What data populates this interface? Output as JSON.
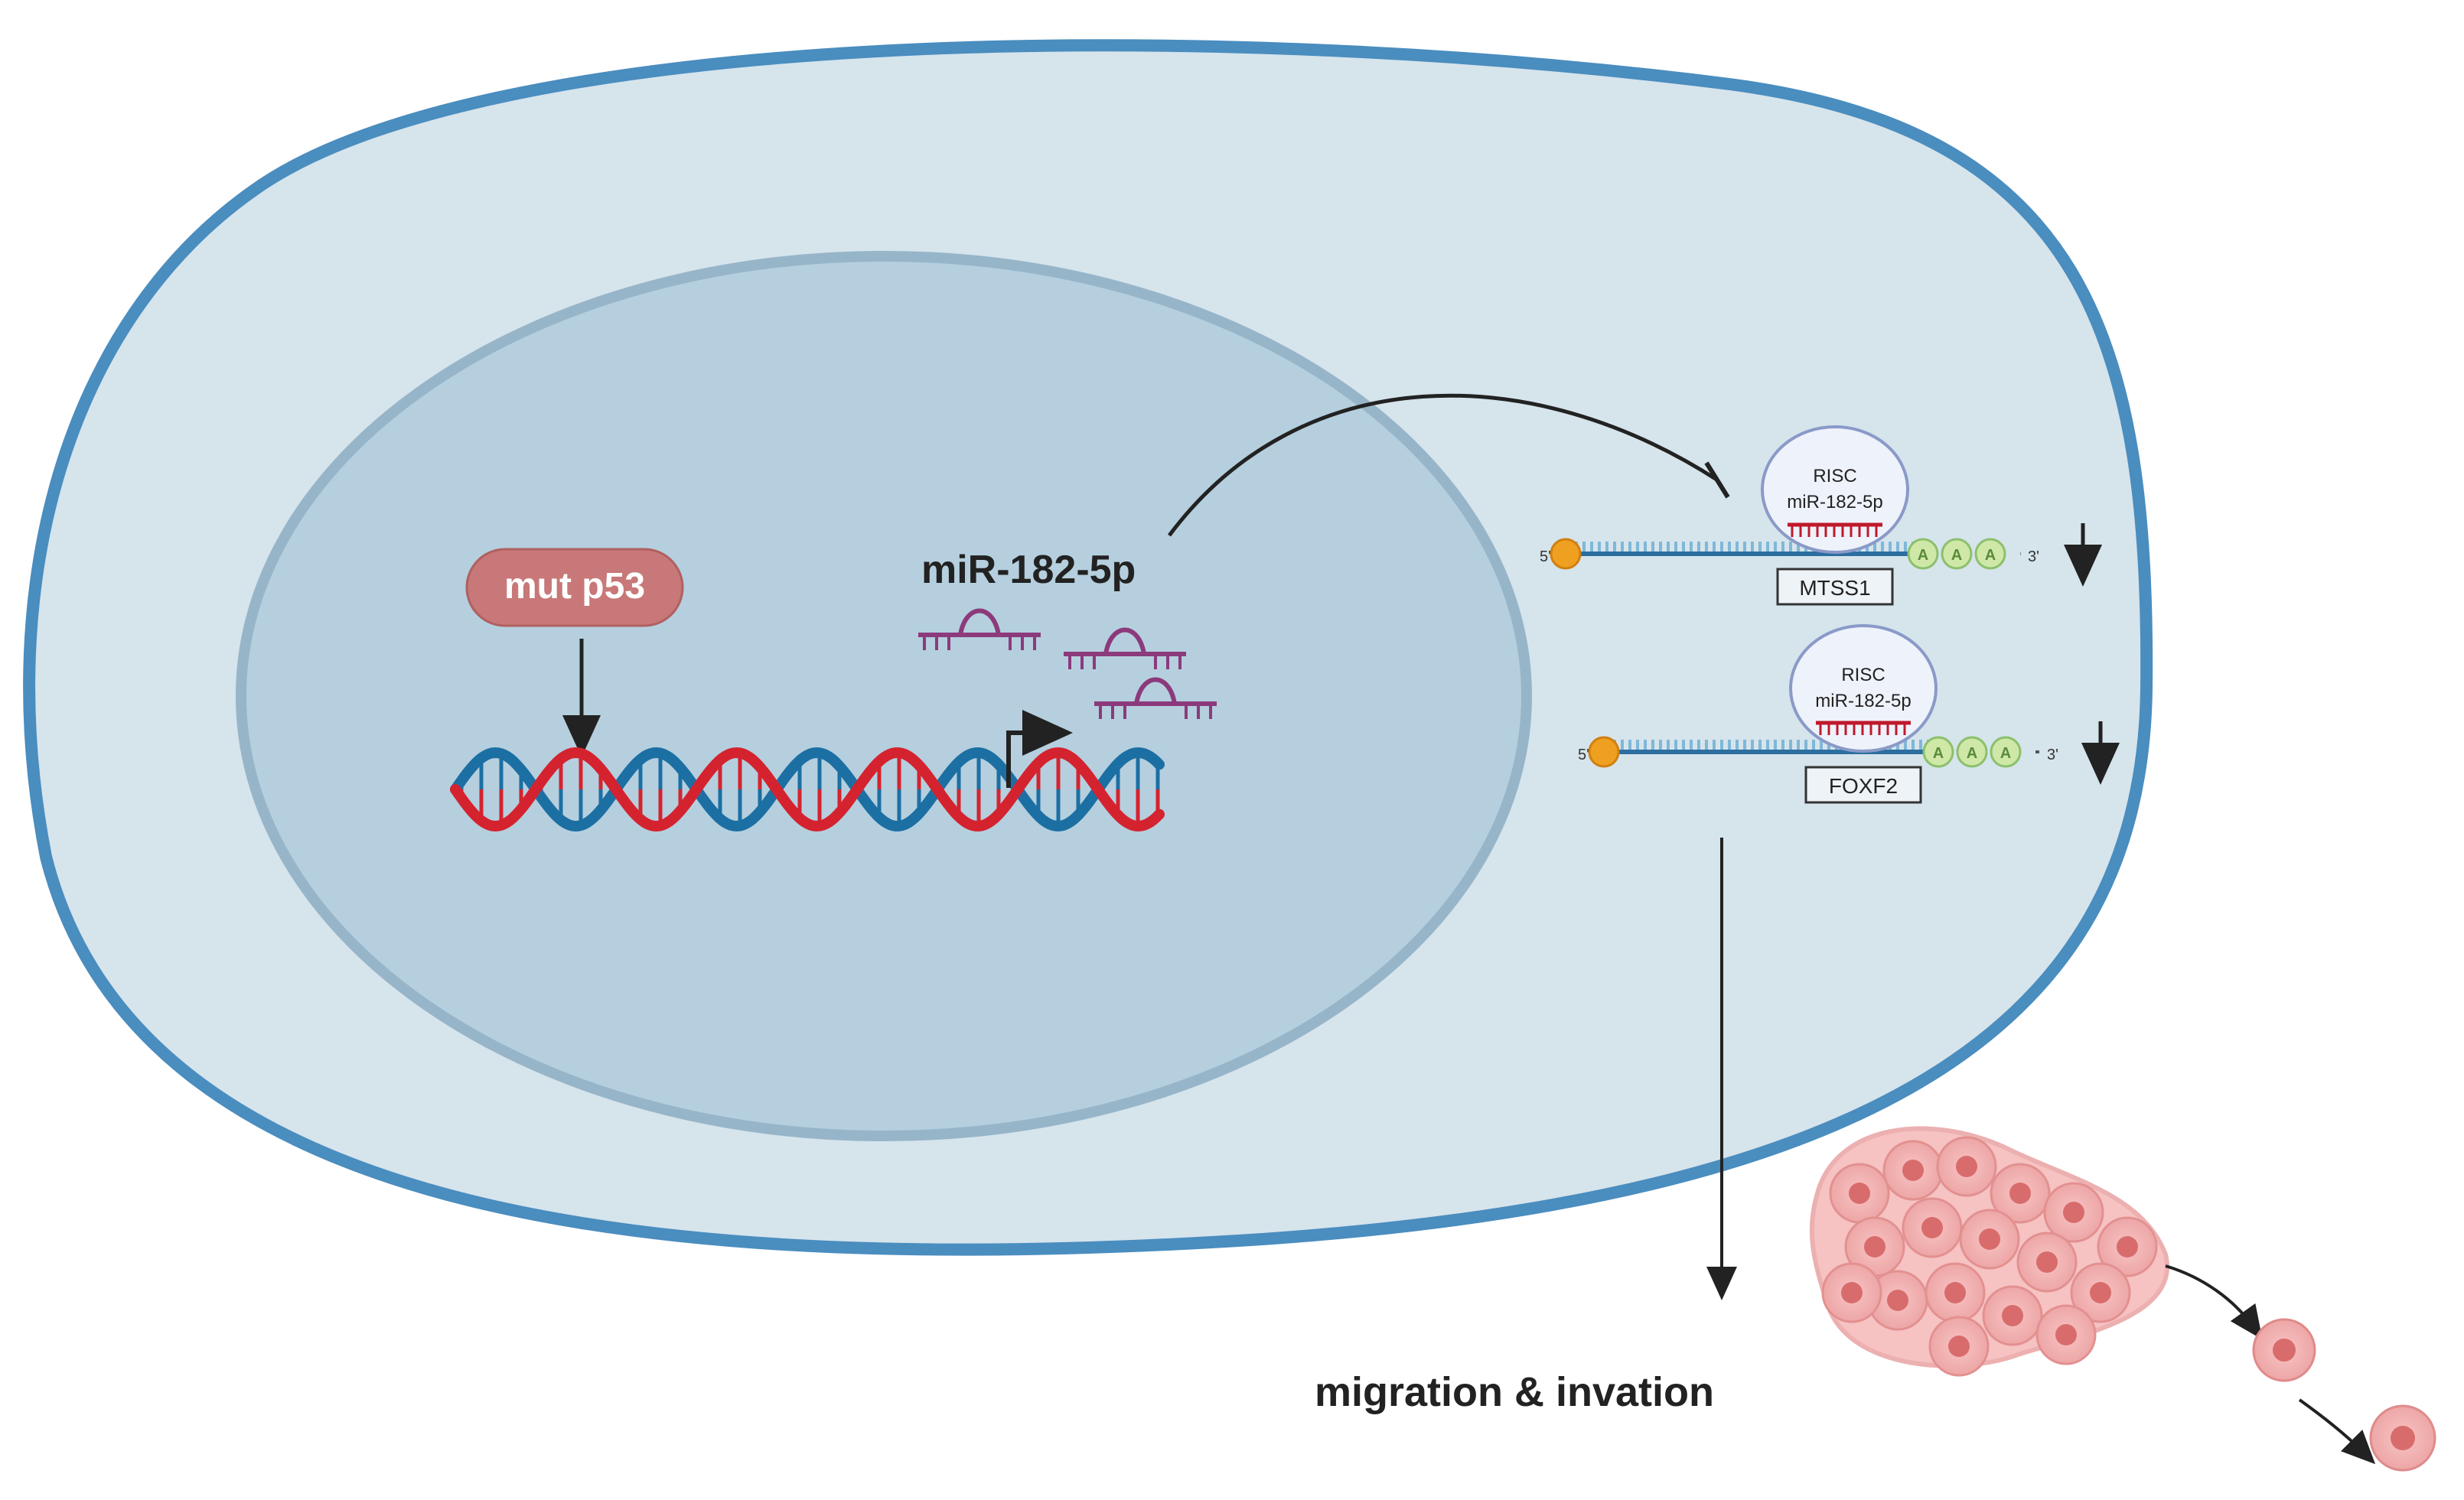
{
  "labels": {
    "mut_p53": "mut p53",
    "mirna": "miR-182-5p",
    "outcome": "migration & invation"
  },
  "targets": [
    {
      "gene": "MTSS1",
      "risc_title": "RISC",
      "risc_mirna": "miR-182-5p",
      "five_prime": "5'",
      "three_prime": "3'",
      "polya": [
        "A",
        "A",
        "A"
      ],
      "regulation": "down"
    },
    {
      "gene": "FOXF2",
      "risc_title": "RISC",
      "risc_mirna": "miR-182-5p",
      "five_prime": "5'",
      "three_prime": "3'",
      "polya": [
        "A",
        "A",
        "A"
      ],
      "regulation": "down"
    }
  ],
  "colors": {
    "cell_fill": "#d6e4ec",
    "cell_membrane": "#4a8dbf",
    "nucleus_fill": "#b5cfde",
    "nucleus_border": "#97b5c9",
    "dna_strand_a": "#d4232f",
    "dna_strand_b": "#1c6fa3",
    "mirna": "#8c3a7c",
    "mut_p53_fill": "#c87878",
    "mrna_line": "#2c6ea0",
    "mrna_ticks": "#7fb8d8",
    "cap": "#f0a020",
    "polya": "#cfe8a8",
    "risc_fill": "#eef2fa",
    "risc_border": "#8a9ac8",
    "seed": "#c0182c",
    "tumor": "#f0a0a0",
    "arrow": "#222222"
  }
}
